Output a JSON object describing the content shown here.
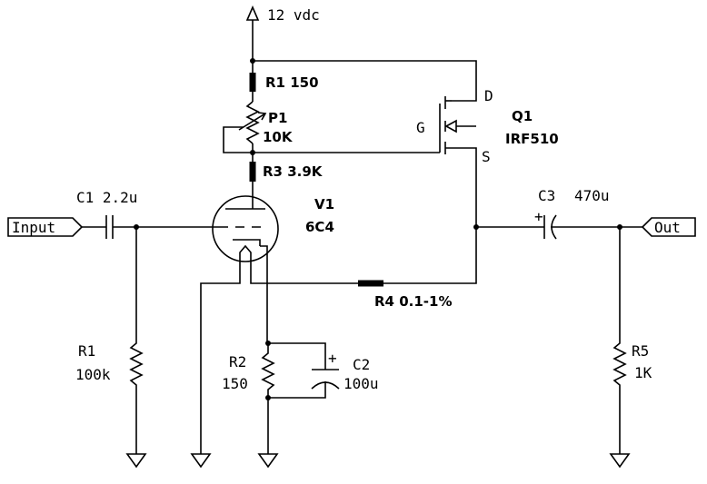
{
  "supply": "12 vdc",
  "components": {
    "r1_top": "R1 150",
    "p1_name": "P1",
    "p1_value": "10K",
    "r3": "R3 3.9K",
    "q1_name": "Q1",
    "q1_part": "IRF510",
    "q1_drain": "D",
    "q1_gate": "G",
    "q1_source": "S",
    "c1": "C1 2.2u",
    "v1_name": "V1",
    "v1_tube": "6C4",
    "c3_name": "C3",
    "c3_value": "470u",
    "r4": "R4 0.1-1%",
    "r1_bottom_name": "R1",
    "r1_bottom_value": "100k",
    "r2_name": "R2",
    "r2_value": "150",
    "c2_name": "C2",
    "c2_value": "100u",
    "c2_polarity": "+",
    "c3_polarity": "+",
    "r5_name": "R5",
    "r5_value": "1K"
  },
  "ports": {
    "input": "Input",
    "output": "Out"
  }
}
